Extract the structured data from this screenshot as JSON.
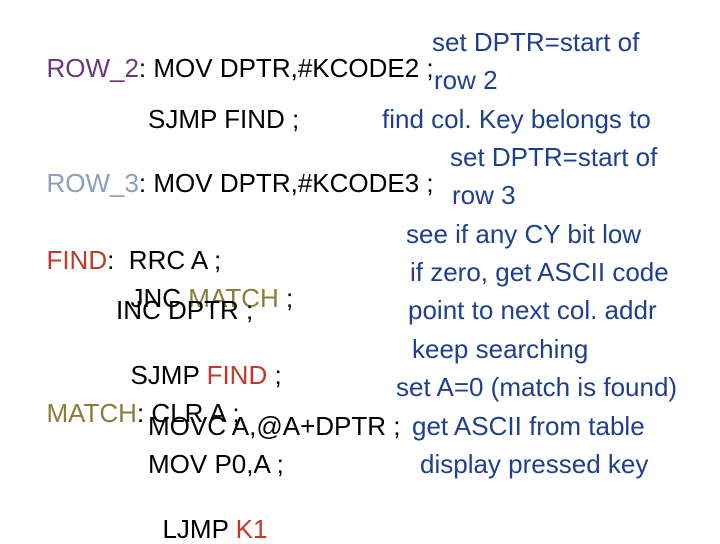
{
  "lines": [
    {
      "label": "ROW_2",
      "code": ": MOV DPTR,#KCODE2 ;",
      "comment": "set DPTR=start of"
    },
    {
      "comment": "row 2"
    },
    {
      "code": "SJMP FIND ;",
      "comment": "find col. Key belongs to"
    },
    {
      "label": "ROW_3",
      "code": ": MOV DPTR,#KCODE3 ;",
      "comment": "set DPTR=start of"
    },
    {
      "comment": "row 3"
    },
    {
      "label": "FIND",
      "code": ":  RRC A ;",
      "comment": "see if any CY bit low"
    },
    {
      "code_pre": "JNC ",
      "ref": "MATCH",
      "code_post": " ;",
      "comment": "if zero, get ASCII code"
    },
    {
      "code": "INC DPTR ;",
      "comment": "point to next col. addr"
    },
    {
      "code_pre": "SJMP ",
      "ref": "FIND",
      "code_post": " ;",
      "comment": "keep searching"
    },
    {
      "label": "MATCH",
      "code": ": CLR A ;",
      "comment": "set A=0 (match is found)"
    },
    {
      "code": "MOVC A,@A+DPTR ;",
      "comment": "get ASCII from table"
    },
    {
      "code": "MOV P0,A ;",
      "comment": "display pressed key"
    },
    {
      "code_pre": "LJMP ",
      "ref": "K1"
    }
  ],
  "colors": {
    "text": "#000000",
    "comment": "#1f3f8f",
    "label_row2": "#6b3a7d",
    "label_row3": "#8aa0bd",
    "label_find": "#c0392b",
    "label_match": "#8b7d3a",
    "ref_k1": "#c0392b"
  }
}
